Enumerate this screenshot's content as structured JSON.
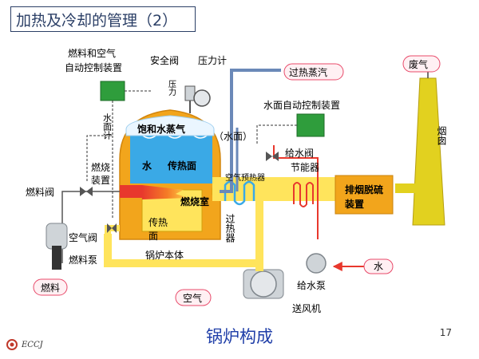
{
  "title": "加热及冷却的管理（2）",
  "caption": "锅炉构成",
  "page_number": "17",
  "logo_text": "ECCJ",
  "labels": {
    "fuel_air_control_l1": "燃料和空气",
    "fuel_air_control_l2": "自动控制装置",
    "safety_valve": "安全阀",
    "pressure_gauge": "压力计",
    "pressure": "压力",
    "superheated_steam": "过热蒸汽",
    "exhaust_gas": "废气",
    "water_level_gauge": "水面计",
    "water_level_control": "水面自动控制装置",
    "saturated_steam": "饱和水蒸气",
    "water_surface": "（水面）",
    "feedwater_valve": "给水阀",
    "chimney": "烟囱",
    "burner_l1": "燃烧",
    "burner_l2": "装置",
    "water": "水",
    "heat_transfer_surface": "传热面",
    "air_preheater": "空气预热器",
    "economizer": "节能器",
    "fuel_valve": "燃料阀",
    "combustion_chamber": "燃烧室",
    "fgd_l1": "排烟脱硫",
    "fgd_l2": "装置",
    "air_valve": "空气阀",
    "heat_surface_l1": "传热",
    "heat_surface_l2": "面",
    "superheater": "过热器",
    "fuel_pump": "燃料泵",
    "boiler_body": "锅炉本体",
    "water_input": "水",
    "feedwater_pump": "给水泵",
    "fuel": "燃料",
    "air": "空气",
    "blower": "送风机"
  },
  "colors": {
    "orange": "#f2a51c",
    "yellow": "#ffe45c",
    "water_blue": "#3aa9e6",
    "pipe_blue": "#6b89b8",
    "red_pipe": "#e8382d",
    "green": "#2f9d3c",
    "title_navy": "#2b3f66",
    "caption_blue": "#1f3ea8"
  }
}
